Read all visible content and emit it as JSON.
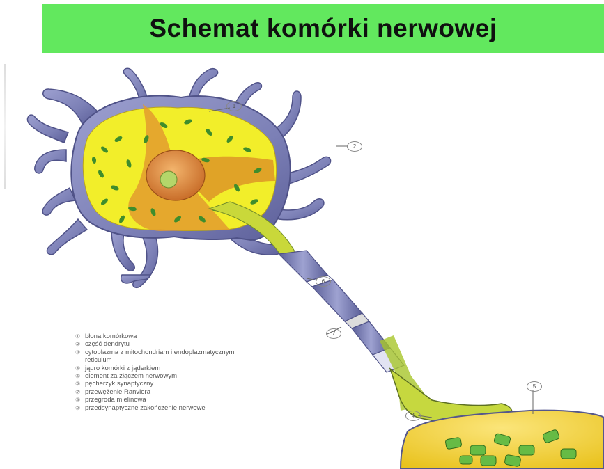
{
  "title": "Schemat komórki nerwowej",
  "callouts": [
    {
      "id": "callout-1",
      "label": "1"
    },
    {
      "id": "callout-2",
      "label": "2"
    },
    {
      "id": "callout-6",
      "label": "6"
    },
    {
      "id": "callout-7",
      "label": "7"
    },
    {
      "id": "callout-5",
      "label": "5"
    },
    {
      "id": "callout-4",
      "label": "4"
    }
  ],
  "legend": [
    {
      "num": "①",
      "text": "błona komórkowa"
    },
    {
      "num": "②",
      "text": "część dendrytu"
    },
    {
      "num": "③",
      "text": "cytoplazma z mitochondriam i endoplazmatycznym\nreticulum"
    },
    {
      "num": "④",
      "text": "jądro komórki z jąderkiem"
    },
    {
      "num": "⑤",
      "text": "element za złączem nerwowym"
    },
    {
      "num": "⑥",
      "text": "pęcherzyk synaptyczny"
    },
    {
      "num": "⑦",
      "text": "przewężenie Ranviera"
    },
    {
      "num": "⑧",
      "text": "przegroda mielinowa"
    },
    {
      "num": "⑨",
      "text": "przedsynaptyczne zakończenie nerwowe"
    }
  ],
  "colors": {
    "title_bg": "#62e85e",
    "membrane": "#7f83b8",
    "cytoplasm": "#f2ee2a",
    "organelles": "#3f8d2c",
    "nucleus": "#e08a3a",
    "axon_stripe": "#ffffff",
    "synapse_fill": "#f5d534"
  }
}
